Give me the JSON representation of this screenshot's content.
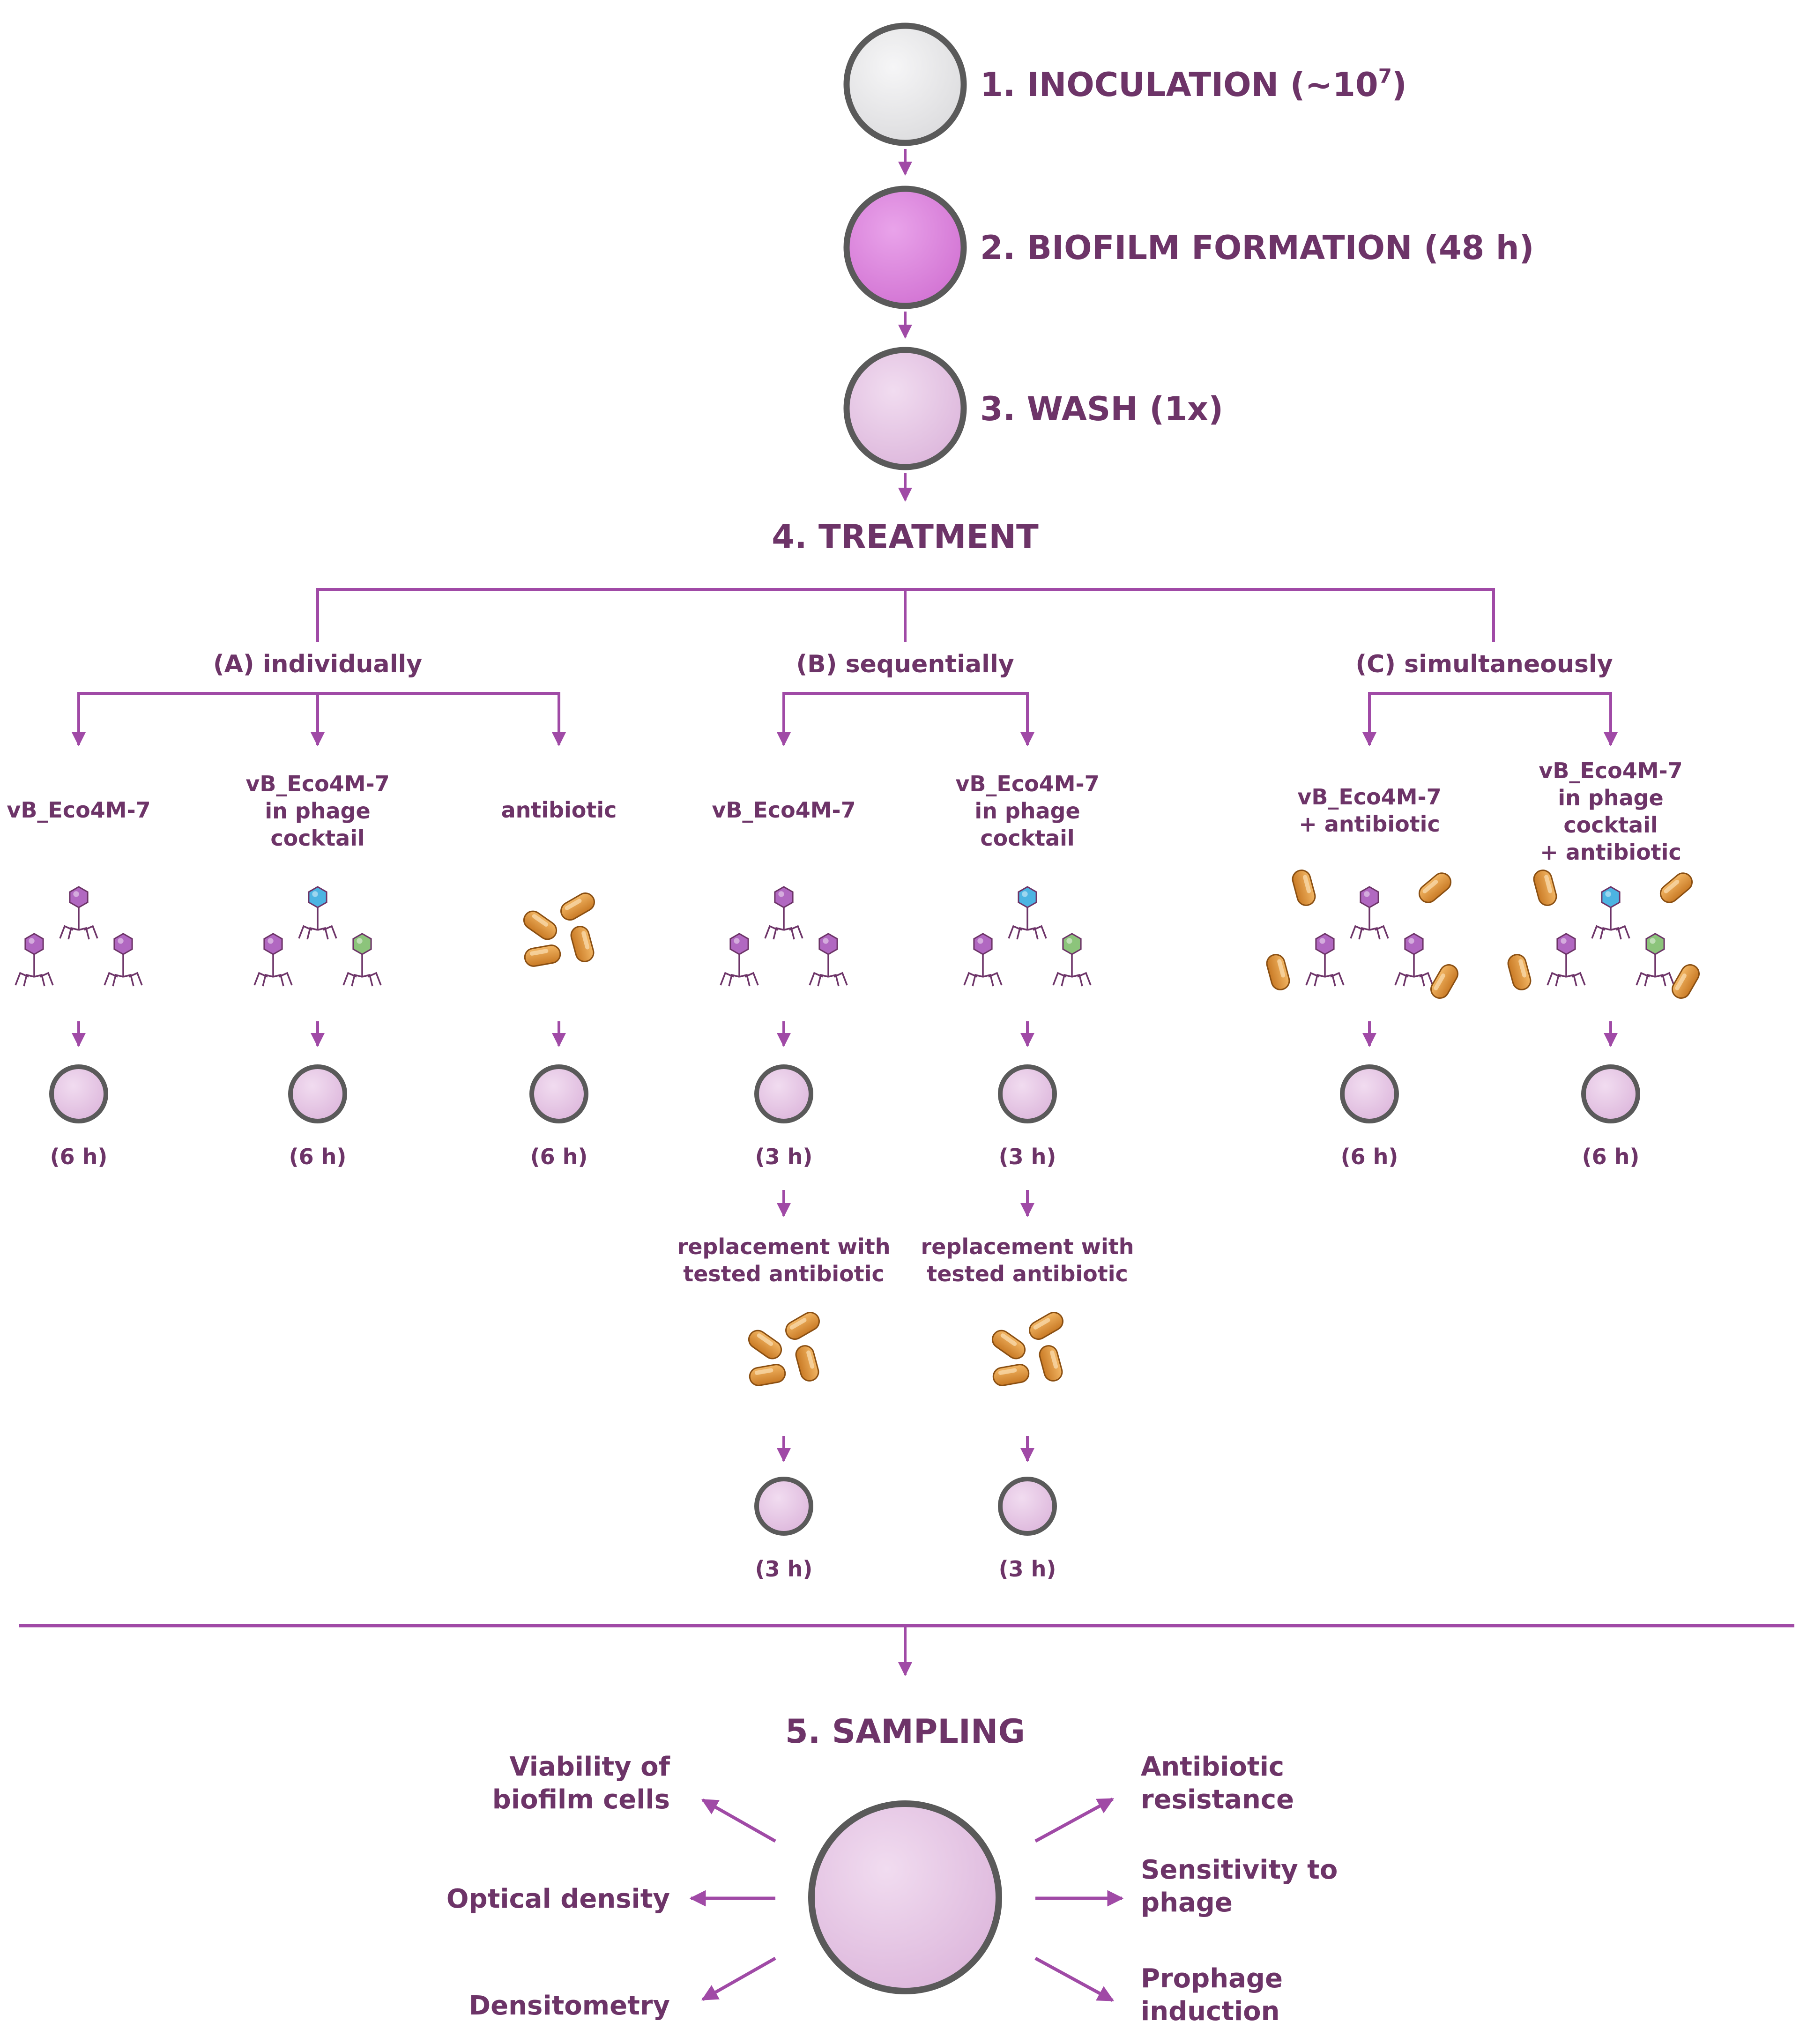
{
  "colors": {
    "accent": "#a04aa6",
    "text": "#6d3468",
    "dish_light": "#e9e9eb",
    "dish_biofilm": "#de88df",
    "dish_wash": "#e7c9e6",
    "rim": "#555555",
    "antibiotic": "#e0953a",
    "phage_purple": "#b168c1",
    "phage_blue": "#4cb4e2",
    "phage_green": "#8cc47b"
  },
  "icons": [
    "phage-icon",
    "antibiotic-capsule-icon",
    "dish-icon",
    "arrow-icon"
  ],
  "steps": {
    "inoculation": {
      "prefix": "1. INOCULATION (~10",
      "sup": "7",
      "suffix": ")"
    },
    "biofilm": "2. BIOFILM FORMATION (48 h)",
    "wash": "3. WASH (1x)",
    "treatment": "4. TREATMENT",
    "sampling": "5. SAMPLING"
  },
  "groups": {
    "a": "(A) individually",
    "b": "(B) sequentially",
    "c": "(C) simultaneously"
  },
  "columns": [
    {
      "label": [
        "vB_Eco4M-7"
      ],
      "time": "(6 h)"
    },
    {
      "label": [
        "vB_Eco4M-7",
        "in phage",
        "cocktail"
      ],
      "time": "(6 h)"
    },
    {
      "label": [
        "antibiotic"
      ],
      "time": "(6 h)"
    },
    {
      "label": [
        "vB_Eco4M-7"
      ],
      "time": "(3 h)",
      "replacement": [
        "replacement with",
        "tested antibiotic"
      ],
      "time2": "(3 h)"
    },
    {
      "label": [
        "vB_Eco4M-7",
        "in phage",
        "cocktail"
      ],
      "time": "(3 h)",
      "replacement": [
        "replacement with",
        "tested antibiotic"
      ],
      "time2": "(3 h)"
    },
    {
      "label": [
        "vB_Eco4M-7",
        "+ antibiotic"
      ],
      "time": "(6 h)"
    },
    {
      "label": [
        "vB_Eco4M-7",
        "in phage",
        "cocktail",
        "+ antibiotic"
      ],
      "time": "(6 h)"
    }
  ],
  "outputs": {
    "left": [
      [
        "Viability of",
        "biofilm cells"
      ],
      [
        "Optical density"
      ],
      [
        "Densitometry"
      ]
    ],
    "right": [
      [
        "Antibiotic",
        "resistance"
      ],
      [
        "Sensitivity to",
        "phage"
      ],
      [
        "Prophage",
        "induction"
      ]
    ]
  }
}
